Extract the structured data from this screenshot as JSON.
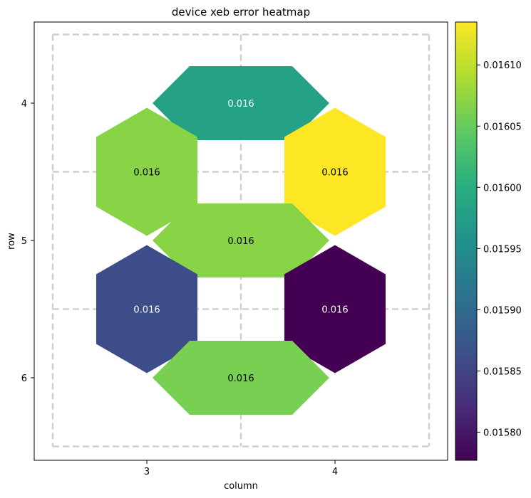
{
  "chart_data": {
    "type": "heatmap",
    "title": "device xeb error heatmap",
    "xlabel": "column",
    "ylabel": "row",
    "x_ticks": [
      "3",
      "4"
    ],
    "y_ticks": [
      "4",
      "5",
      "6"
    ],
    "grid": true,
    "colormap": "viridis",
    "colorbar": {
      "min": 0.015777,
      "max": 0.016135,
      "ticks": [
        "0.01580",
        "0.01585",
        "0.01590",
        "0.01595",
        "0.01600",
        "0.01605",
        "0.01610"
      ],
      "tick_values": [
        0.0158,
        0.01585,
        0.0159,
        0.01595,
        0.016,
        0.01605,
        0.0161
      ],
      "location": "right"
    },
    "cells": [
      {
        "id": "q4_3-q4_4",
        "value": 0.01598,
        "label": "0.016",
        "orientation": "horizontal",
        "row": 4,
        "col": 3.5
      },
      {
        "id": "q4_3-q5_3",
        "value": 0.01607,
        "label": "0.016",
        "orientation": "vertical",
        "row": 4.5,
        "col": 3
      },
      {
        "id": "q4_4-q5_4",
        "value": 0.016135,
        "label": "0.016",
        "orientation": "vertical",
        "row": 4.5,
        "col": 4
      },
      {
        "id": "q5_3-q5_4",
        "value": 0.01607,
        "label": "0.016",
        "orientation": "horizontal",
        "row": 5,
        "col": 3.5
      },
      {
        "id": "q5_3-q6_3",
        "value": 0.01586,
        "label": "0.016",
        "orientation": "vertical",
        "row": 5.5,
        "col": 3
      },
      {
        "id": "q5_4-q6_4",
        "value": 0.015777,
        "label": "0.016",
        "orientation": "vertical",
        "row": 5.5,
        "col": 4
      },
      {
        "id": "q6_3-q6_4",
        "value": 0.01606,
        "label": "0.016",
        "orientation": "horizontal",
        "row": 6,
        "col": 3.5
      }
    ]
  }
}
